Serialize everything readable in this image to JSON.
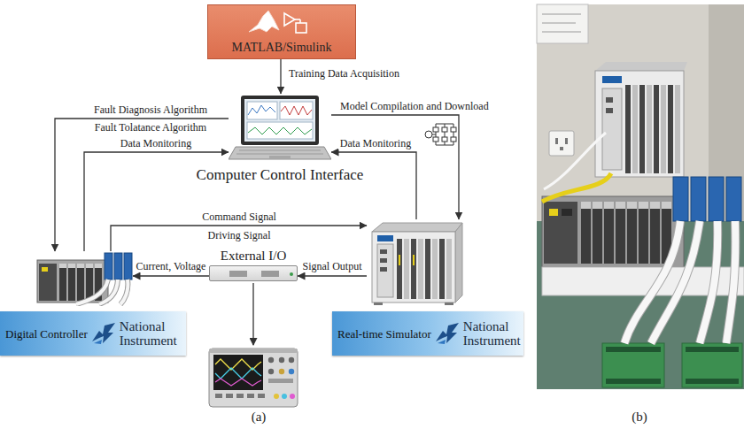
{
  "diagram": {
    "nodes": [
      {
        "text": [
          "MATLAB/Simulink"
        ]
      },
      {
        "text": [
          "Computer Control Interface"
        ]
      },
      {
        "text": [
          "Digital Controller",
          "National Instrument"
        ]
      },
      {
        "text": [
          "Real-time Simulator",
          "National Instrument"
        ]
      },
      {
        "text": [
          "External I/O"
        ]
      }
    ],
    "edges": [
      {
        "from": 0,
        "to": 1,
        "arrow": "to",
        "label": "Training Data Acquisition"
      },
      {
        "from": 1,
        "to": 2,
        "arrow": "to",
        "label": "Fault Diagnosis Algorithm"
      },
      {
        "from": 2,
        "to": 1,
        "arrow": "to",
        "label": "Data Monitoring"
      },
      {
        "from": 1,
        "to": 3,
        "arrow": "to",
        "label": "Model Compilation and Download"
      },
      {
        "from": 3,
        "to": 1,
        "arrow": "to",
        "label": "Data Monitoring"
      },
      {
        "from": 2,
        "to": 3,
        "arrow": "to",
        "label": "Command Signal"
      },
      {
        "from": 3,
        "to": 4,
        "arrow": "to",
        "label": "Signal Output"
      },
      {
        "from": 4,
        "to": 2,
        "arrow": "to",
        "label": "Current, Voltage"
      }
    ],
    "labels": [
      "Fault Tolatance Algorithm",
      "Driving Signal",
      "(a)",
      "(b)"
    ]
  }
}
